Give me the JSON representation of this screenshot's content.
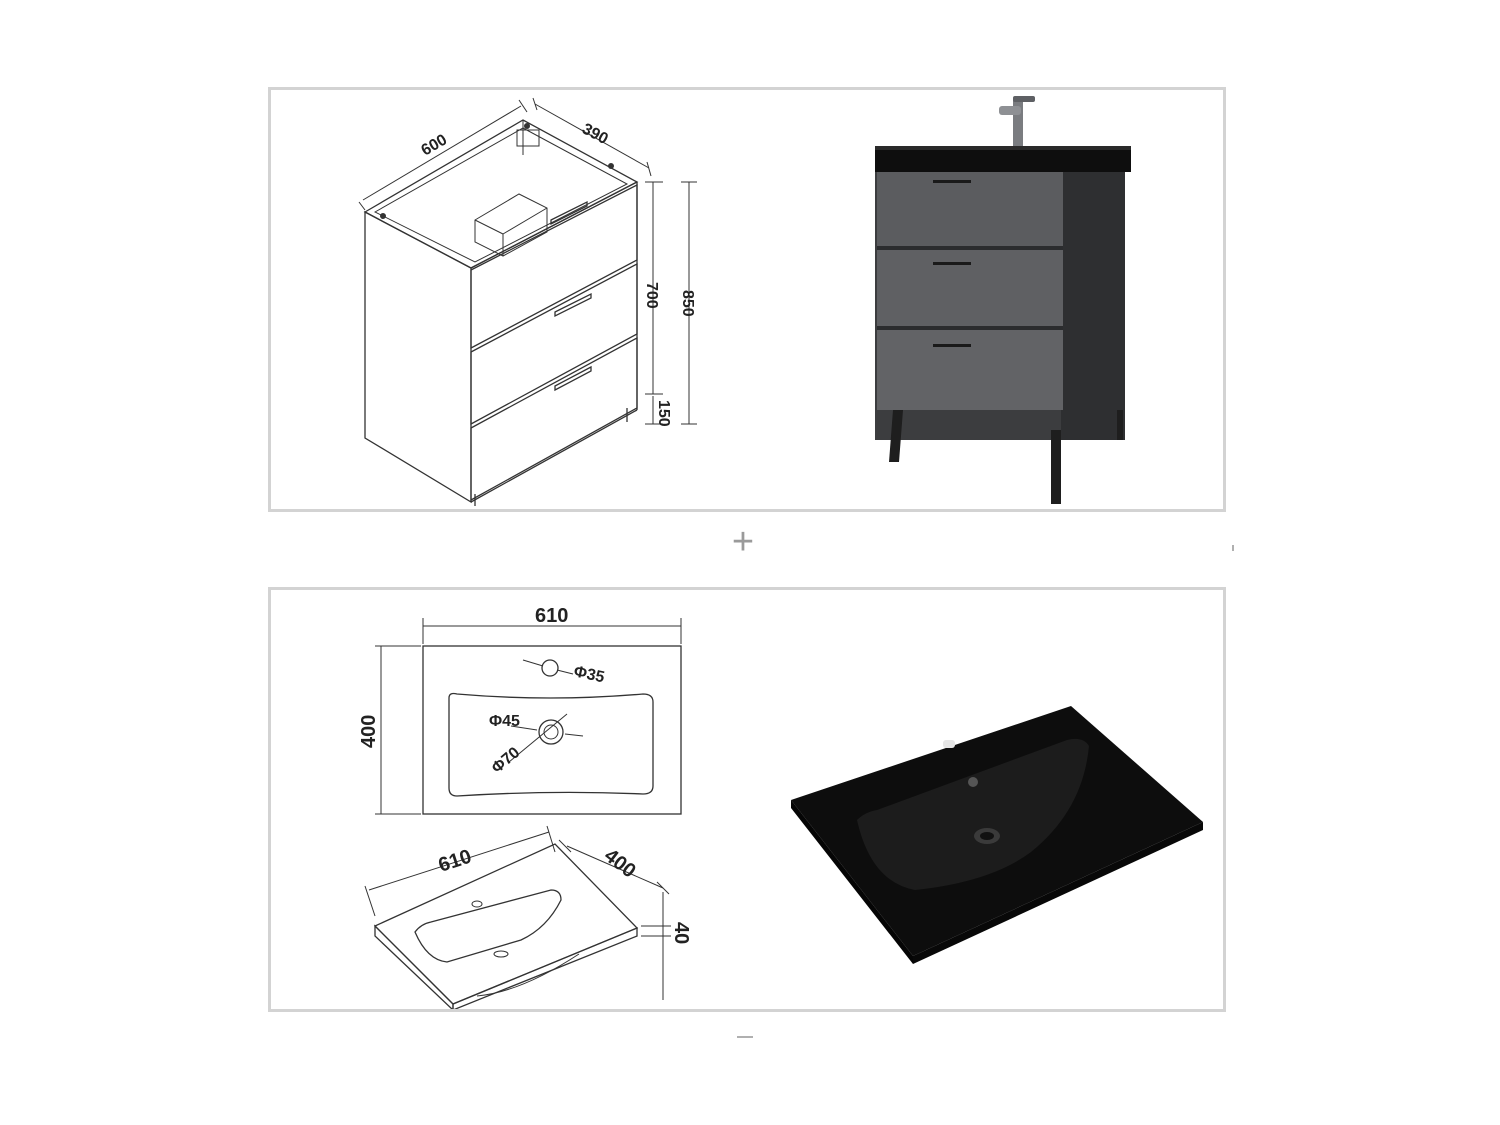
{
  "separator": {
    "plus": "+"
  },
  "cabinet": {
    "dims": {
      "width": "600",
      "depth": "390",
      "body_height": "700",
      "total_height": "850",
      "leg_height": "150"
    }
  },
  "basin": {
    "plan_dims": {
      "width": "610",
      "depth": "400",
      "tap_hole": "Φ35",
      "drain": "Φ45",
      "bowl_outlet": "Φ70"
    },
    "iso_dims": {
      "width": "610",
      "depth": "400",
      "thickness": "40"
    }
  },
  "colors": {
    "cabinet_front": "#5a5b5d",
    "basin": "#0d0d0d",
    "panel_border": "#d3d3d3"
  }
}
